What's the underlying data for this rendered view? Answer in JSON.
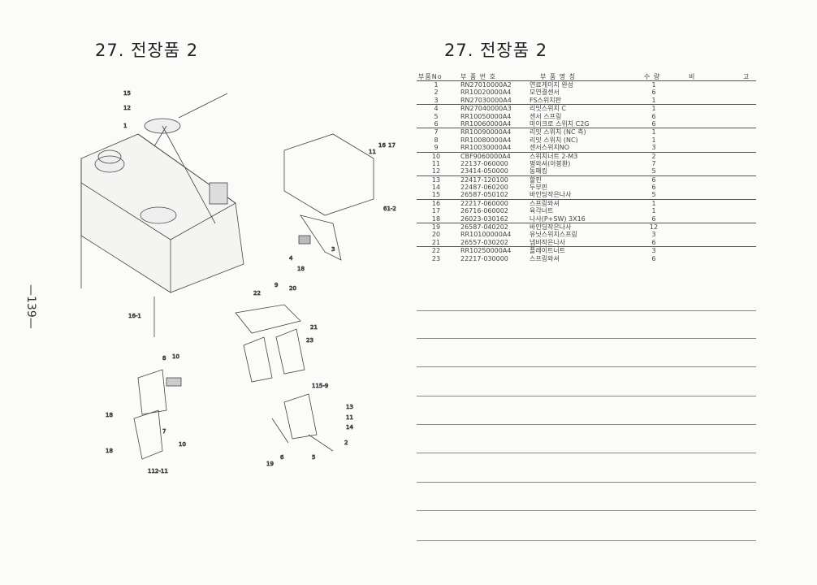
{
  "left_page": {
    "title": "27. 전장품 2",
    "page_number": "—139—",
    "callouts": [
      "15",
      "12",
      "1",
      "16",
      "17",
      "11",
      "61-2",
      "4",
      "3",
      "18",
      "16-1",
      "22",
      "9",
      "20",
      "21",
      "23",
      "8",
      "10",
      "18",
      "7",
      "10",
      "18",
      "112-11",
      "115-9",
      "13",
      "11",
      "14",
      "2",
      "19",
      "6",
      "5"
    ]
  },
  "right_page": {
    "title": "27. 전장품 2",
    "headers": {
      "no": "부품No",
      "part_no": "부 품 번 호",
      "name": "부   품   명   칭",
      "qty": "수 량",
      "remarks_1": "비",
      "remarks_2": "고"
    },
    "rows": [
      {
        "no": "1",
        "part_no": "RN27010000A2",
        "name": "연료게이지 완성",
        "qty": "1"
      },
      {
        "no": "2",
        "part_no": "RR10020000A4",
        "name": "모연결센서",
        "qty": "6"
      },
      {
        "no": "3",
        "part_no": "RN27030000A4",
        "name": "FS스위치판",
        "qty": "1"
      },
      {
        "no": "4",
        "part_no": "RN27040000A3",
        "name": "리밋스위치 C",
        "qty": "1"
      },
      {
        "no": "5",
        "part_no": "RR10050000A4",
        "name": "센서 스프링",
        "qty": "6"
      },
      {
        "no": "6",
        "part_no": "RR10060000A4",
        "name": "마이크로 스위치 C2G",
        "qty": "6"
      },
      {
        "no": "7",
        "part_no": "RR10090000A4",
        "name": "리밋 스위치 (NC 측)",
        "qty": "1"
      },
      {
        "no": "8",
        "part_no": "RR10080000A4",
        "name": "리밋 스위치 (NC)",
        "qty": "1"
      },
      {
        "no": "9",
        "part_no": "RR10030000A4",
        "name": "센서스위치NO",
        "qty": "3"
      },
      {
        "no": "10",
        "part_no": "CBF9060000A4",
        "name": "스위치너트 2-M3",
        "qty": "2"
      },
      {
        "no": "11",
        "part_no": "22137-060000",
        "name": "평와셔(아봉환)",
        "qty": "7"
      },
      {
        "no": "12",
        "part_no": "23414-050000",
        "name": "동패킹",
        "qty": "5"
      },
      {
        "no": "13",
        "part_no": "22417-120100",
        "name": "할핀",
        "qty": "6"
      },
      {
        "no": "14",
        "part_no": "22487-060200",
        "name": "두부핀",
        "qty": "6"
      },
      {
        "no": "15",
        "part_no": "26587-050102",
        "name": "바인딩작은나사",
        "qty": "5"
      },
      {
        "no": "16",
        "part_no": "22217-060000",
        "name": "스프링와셔",
        "qty": "1"
      },
      {
        "no": "17",
        "part_no": "26716-060002",
        "name": "육각너트",
        "qty": "1"
      },
      {
        "no": "18",
        "part_no": "26023-030162",
        "name": "나사(P+SW) 3X16",
        "qty": "6"
      },
      {
        "no": "19",
        "part_no": "26587-040202",
        "name": "바인딩작은나사",
        "qty": "12"
      },
      {
        "no": "20",
        "part_no": "RR10100000A4",
        "name": "유닛스위치스프링",
        "qty": "3"
      },
      {
        "no": "21",
        "part_no": "26557-030202",
        "name": "냄비작은나사",
        "qty": "6"
      },
      {
        "no": "22",
        "part_no": "RR10250000A4",
        "name": "플레이트너트",
        "qty": "3"
      },
      {
        "no": "23",
        "part_no": "22217-030000",
        "name": "스프링와셔",
        "qty": "6"
      }
    ]
  }
}
